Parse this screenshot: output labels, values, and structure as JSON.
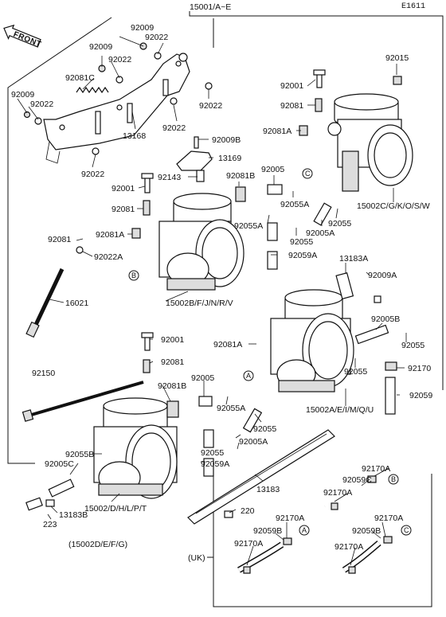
{
  "header": {
    "assembly": "15001/A~E",
    "code": "E1611"
  },
  "front_arrow": {
    "label": "FRONT"
  },
  "labels": {
    "l_92009_a": "92009",
    "l_92022_a": "92022",
    "l_92009_b": "92009",
    "l_92022_b": "92022",
    "l_92081C": "92081C",
    "l_92009_c": "92009",
    "l_92022_c": "92022",
    "l_92022_d": "92022",
    "l_13168": "13168",
    "l_92022_e": "92022",
    "l_92022_f": "92022",
    "l_92009B": "92009B",
    "l_13169": "13169",
    "l_92015": "92015",
    "l_92001_a": "92001",
    "l_92081_a": "92081",
    "l_92081A_a": "92081A",
    "l_92143": "92143",
    "l_92081B_a": "92081B",
    "l_92005_a": "92005",
    "l_92001_b": "92001",
    "l_92081_b": "92081",
    "l_92055A_a": "92055A",
    "l_92055_a": "92055",
    "l_15002CG": "15002C/G/K/O/S/W",
    "l_92081_c": "92081",
    "l_92081A_b": "92081A",
    "l_92055A_b": "92055A",
    "l_92005A_a": "92005A",
    "l_92055_b": "92055",
    "l_92022A": "92022A",
    "l_92059A_a": "92059A",
    "l_13183A": "13183A",
    "l_92009A": "92009A",
    "l_16021": "16021",
    "l_15002BF": "15002B/F/J/N/R/V",
    "l_92001_c": "92001",
    "l_92005B": "92005B",
    "l_92081A_c": "92081A",
    "l_92055_c": "92055",
    "l_92081_d": "92081",
    "l_92055_d": "92055",
    "l_92170": "92170",
    "l_92150": "92150",
    "l_92059": "92059",
    "l_92081B_b": "92081B",
    "l_92005_b": "92005",
    "l_92055A_c": "92055A",
    "l_15002AE": "15002A/E/I/M/Q/U",
    "l_92055B": "92055B",
    "l_92055_e": "92055",
    "l_92005A_b": "92005A",
    "l_92005C": "92005C",
    "l_92055_f": "92055",
    "l_92059A_b": "92059A",
    "l_92170A_a": "92170A",
    "l_92059C": "92059C",
    "l_92170A_b": "92170A",
    "l_13183": "13183",
    "l_13183B": "13183B",
    "l_15002DH": "15002/D/H/L/P/T",
    "l_223": "223",
    "l_220": "220",
    "l_15002DEFG": "(15002D/E/F/G)",
    "l_92170A_c": "92170A",
    "l_92170A_d": "92170A",
    "l_92059B_a": "92059B",
    "l_92059B_b": "92059B",
    "l_92170A_e": "92170A",
    "l_92170A_f": "92170A",
    "l_UK": "(UK)"
  },
  "callouts": {
    "A": "A",
    "B": "B",
    "C": "C"
  }
}
